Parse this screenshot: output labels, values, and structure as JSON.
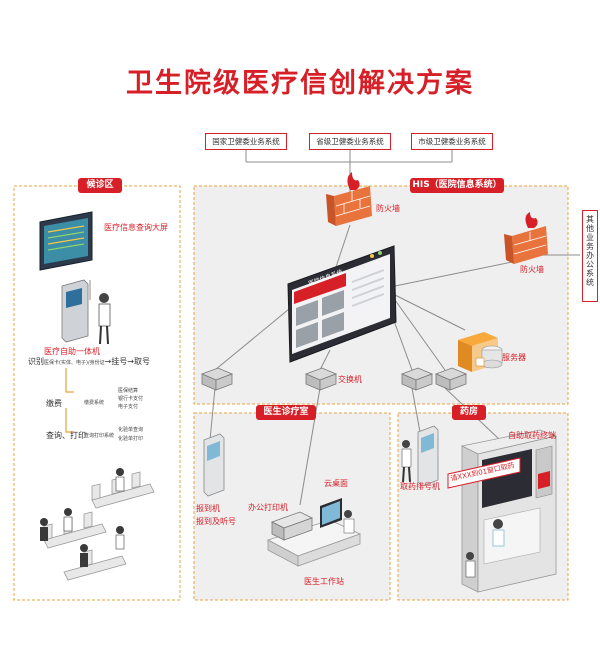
{
  "title": "卫生院级医疗信创解决方案",
  "top_systems": [
    "国家卫健委业务系统",
    "省级卫健委业务系统",
    "市级卫健委业务系统"
  ],
  "other_systems": "其他业务办公系统",
  "zones": {
    "waiting": "候诊区",
    "his": "HIS（医院信息系统）",
    "doctor_room": "医生诊疗室",
    "pharmacy": "药房"
  },
  "labels": {
    "firewall_1": "防火墙",
    "firewall_2": "防火墙",
    "info_screen": "医疗信息查询大屏",
    "self_service": "医疗自助一体机",
    "server": "服务器",
    "switch": "交换机",
    "screen_title": "医院信息系统",
    "cloud_desktop": "云桌面",
    "office_printer": "办公打印机",
    "doctor_station": "医生工作站",
    "checkin_machine": "报到机",
    "checkin_call": "报到及听号",
    "dispensing_queue": "取药排号机",
    "auto_dispenser": "自助取药终端",
    "pharmacy_notice": "请XXX到01窗口取药"
  },
  "flow": {
    "identify": "识别",
    "identify_detail": "医保卡(实体、电子)/身份证",
    "register": "挂号",
    "arrow": "→",
    "take_number": "取号",
    "pay": "缴费",
    "pay_system": "缴费系统",
    "pay_options": [
      "医保结算",
      "银行卡支付",
      "电子支付"
    ],
    "query_print": "查询、打印",
    "query_system": "查询打印系统",
    "query_options": [
      "化验单查询",
      "化验单打印"
    ]
  },
  "colors": {
    "accent": "#d71f28",
    "zone_fill": "#efefef",
    "zone_border": "#e8a33c",
    "line": "#8c8c8c"
  }
}
